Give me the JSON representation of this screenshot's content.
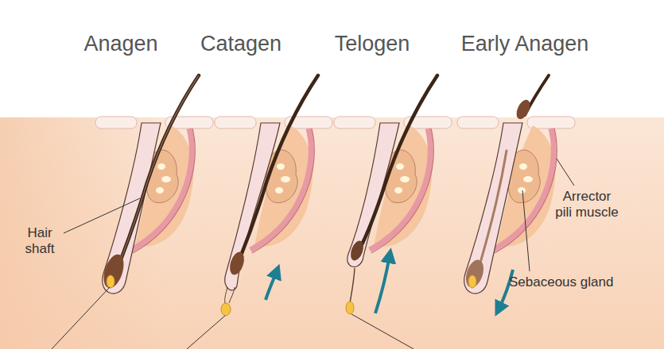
{
  "diagram": {
    "labels": [
      "Anagen",
      "Catagen",
      "Telogen",
      "Early Anagen",
      "Hair shaft",
      "Arrector pili muscle",
      "Sebaceous gland"
    ]
  }
}
